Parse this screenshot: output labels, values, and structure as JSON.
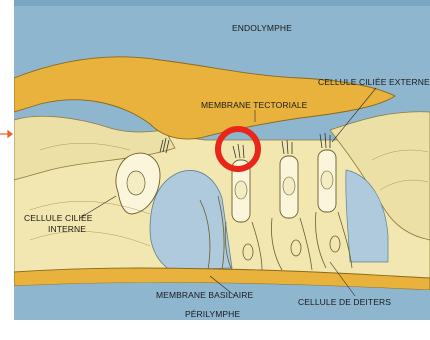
{
  "labels": {
    "endolymphe": "ENDOLYMPHE",
    "cellule_ciliee_externe": "CELLULE CILIÉE EXTERNE",
    "membrane_tectoriale": "MEMBRANE TECTORIALE",
    "cellule_ciliee_interne_line1": "CELLULE CILIÉE",
    "cellule_ciliee_interne_line2": "INTERNE",
    "membrane_basilaire": "MEMBRANE BASILAIRE",
    "cellule_de_deiters": "CELLULE DE DEITERS",
    "perilymphe": "PÉRILYMPHE"
  },
  "colors": {
    "fluid_blue": "#8fb6cf",
    "fluid_dark": "#6f98b5",
    "membrane_orange": "#e8b23c",
    "tissue_cream": "#f2e7b0",
    "cell_light": "#fbf5dc",
    "highlight_red": "#e8261a",
    "pointer_orange": "#e8622a"
  }
}
